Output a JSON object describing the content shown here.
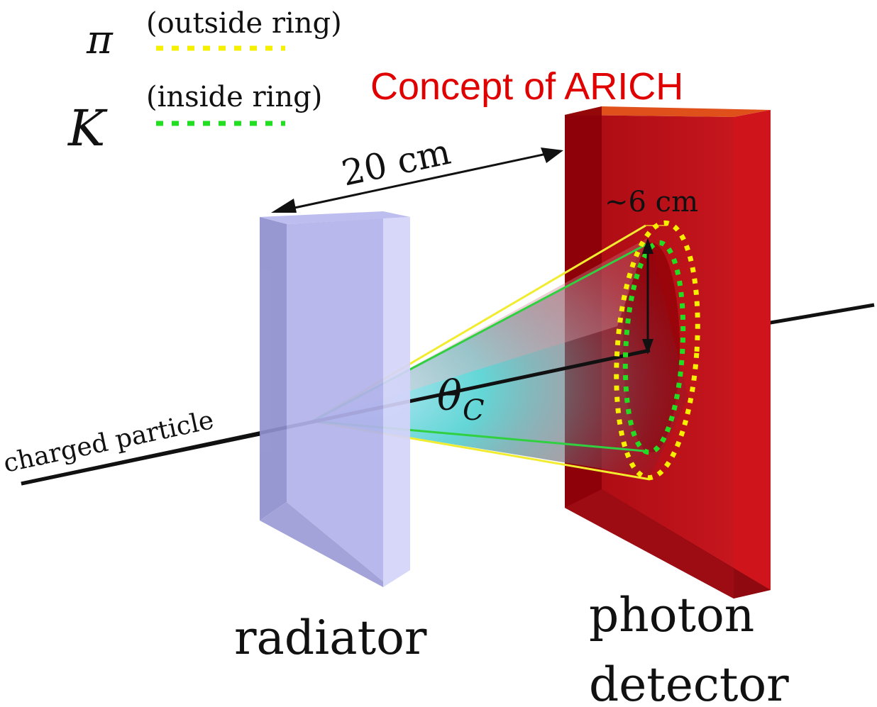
{
  "title": "Concept of ARICH",
  "legend": {
    "pion": {
      "symbol": "π",
      "label": "(outside ring)",
      "color": "#f5f000"
    },
    "kaon": {
      "symbol": "K",
      "label": "(inside ring)",
      "color": "#22dd22"
    }
  },
  "labels": {
    "distance": "20 cm",
    "ring_radius": "~6 cm",
    "angle_symbol": "θ",
    "angle_subscript": "C",
    "particle": "charged particle",
    "radiator": "radiator",
    "detector_line1": "photon",
    "detector_line2": "detector"
  },
  "colors": {
    "title": "#e00000",
    "radiator": "#a9a9e6",
    "detector": "#c4141c"
  }
}
